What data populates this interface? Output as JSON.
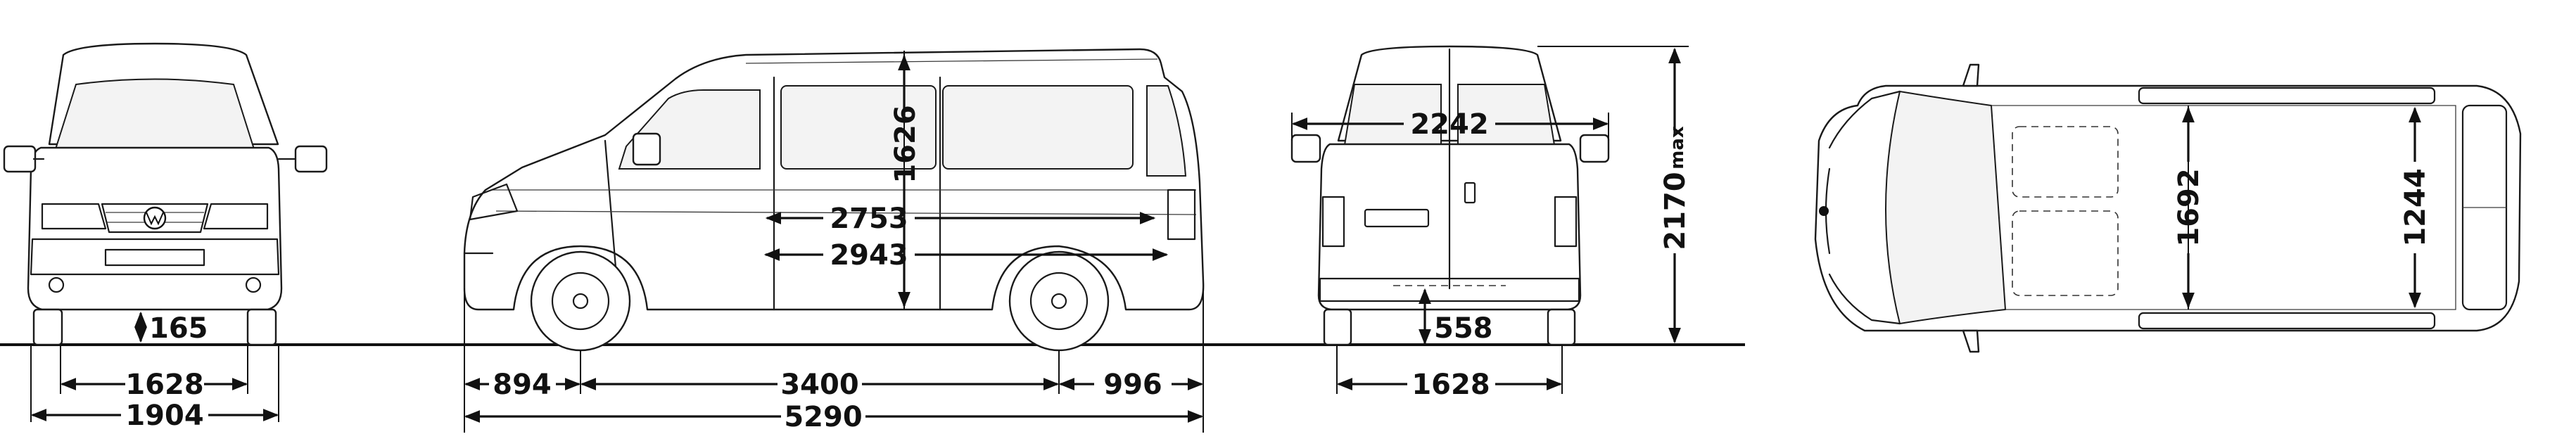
{
  "dimensions": {
    "front_ground_clearance": "165",
    "front_track": "1628",
    "front_width": "1904",
    "side_interior_height": "1626",
    "side_load_length_upper": "2753",
    "side_load_length_lower": "2943",
    "side_front_overhang": "894",
    "side_wheelbase": "3400",
    "side_rear_overhang": "996",
    "side_overall_length": "5290",
    "rear_width_mirrors": "2242",
    "rear_overall_height": "2170",
    "rear_height_suffix": "max",
    "rear_sill_height": "558",
    "rear_track": "1628",
    "top_interior_width": "1692",
    "top_width_between_arches": "1244"
  },
  "colors": {
    "line": "#1a1a1a",
    "background": "#ffffff"
  },
  "icons": {
    "front_badge": "vw-logo-icon"
  }
}
